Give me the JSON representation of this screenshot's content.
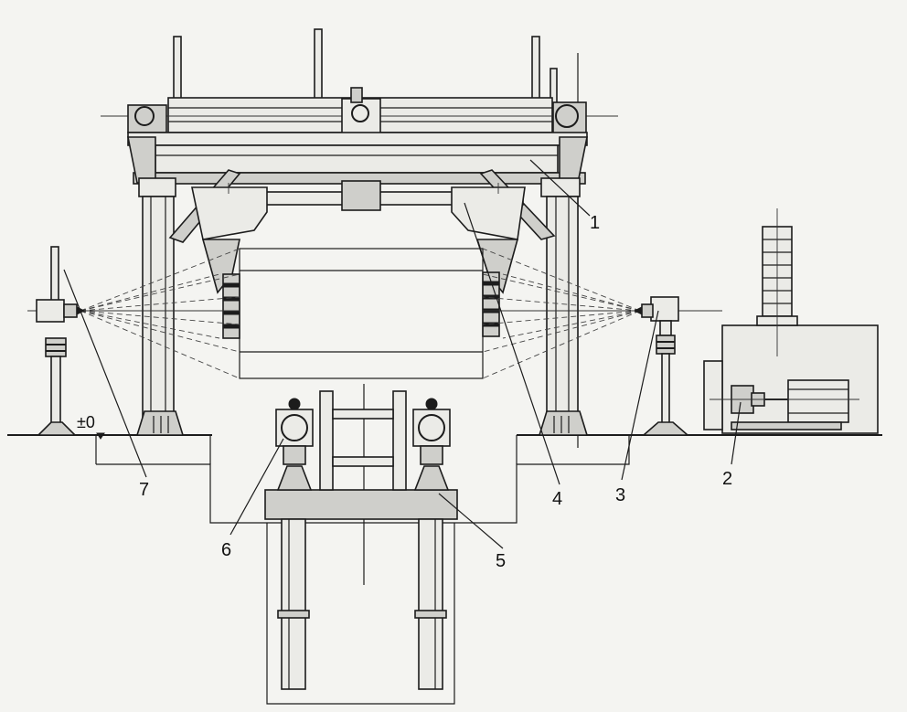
{
  "labels": {
    "n1": "1",
    "n2": "2",
    "n3": "3",
    "n4": "4",
    "n5": "5",
    "n6": "6",
    "n7": "7"
  },
  "datum": "±0"
}
